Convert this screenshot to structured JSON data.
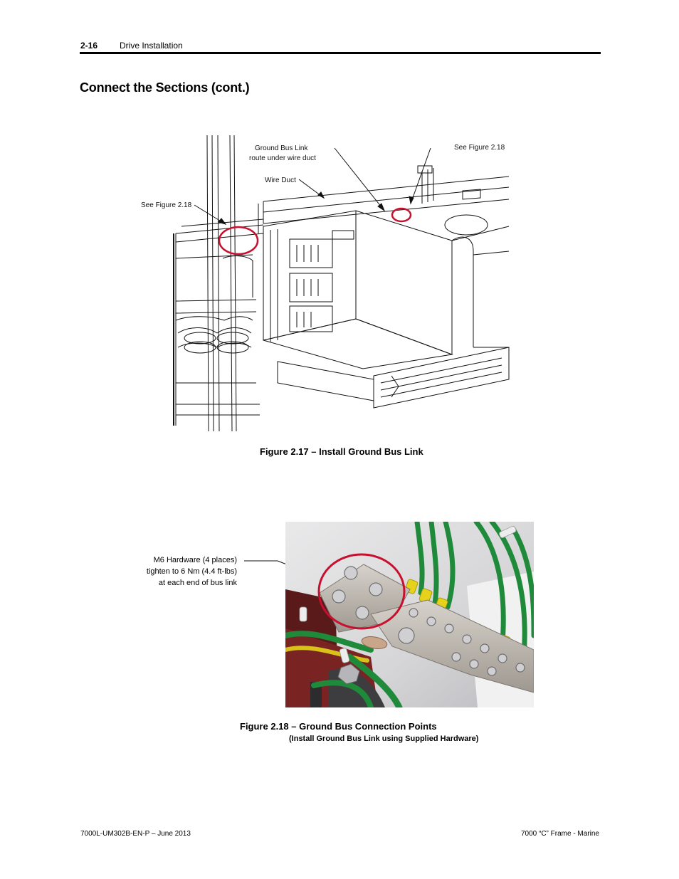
{
  "header": {
    "page_number": "2-16",
    "section": "Drive Installation"
  },
  "title": "Connect the Sections (cont.)",
  "figure17": {
    "labels": {
      "ground_bus_link_1": "Ground Bus Link",
      "ground_bus_link_2": "route under wire duct",
      "see_fig_right": "See Figure 2.18",
      "wire_duct": "Wire Duct",
      "see_fig_left": "See Figure 2.18"
    },
    "caption": "Figure 2.17 – Install Ground Bus Link"
  },
  "figure18": {
    "callout_lines": [
      "M6 Hardware (4 places)",
      "tighten to 6 Nm (4.4 ft-lbs)",
      "at each end of bus link"
    ],
    "caption": "Figure 2.18 – Ground Bus Connection Points",
    "subcaption": "(Install Ground Bus Link using Supplied Hardware)"
  },
  "footer": {
    "left": "7000L-UM302B-EN-P – June 2013",
    "right": "7000 “C” Frame - Marine"
  },
  "colors": {
    "highlight_circle": "#c8102e",
    "wire_green": "#1f8a3a",
    "wire_yellow": "#e6d21a",
    "bus_bar": "#b9b4ad"
  }
}
